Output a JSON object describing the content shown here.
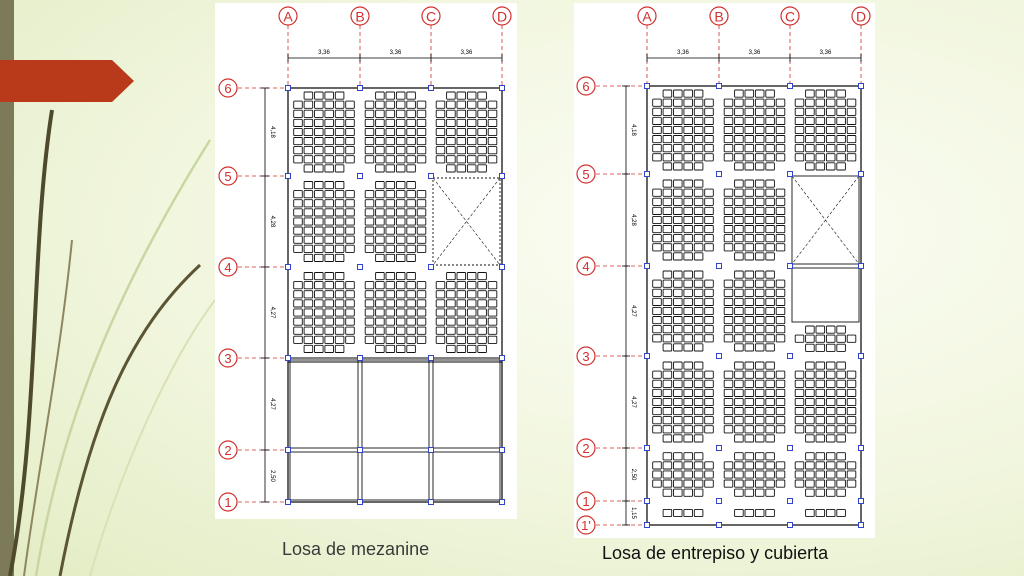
{
  "slide": {
    "accent_color": "#b83a1b",
    "sidebar_color": "#7d7a5a",
    "background_color": "#eef4d8",
    "decoration_icon": "flourish-leaves-icon"
  },
  "plans": [
    {
      "caption": "Losa de mezanine",
      "columns": [
        "A",
        "B",
        "C",
        "D"
      ],
      "rows": [
        "6",
        "5",
        "4",
        "3",
        "2",
        "1"
      ],
      "column_spacings": [
        "3,36",
        "3,36",
        "3,36"
      ],
      "row_spacings": [
        "4,18",
        "4,28",
        "4,27",
        "4,27",
        "2,50"
      ]
    },
    {
      "caption": "Losa de entrepiso y cubierta",
      "columns": [
        "A",
        "B",
        "C",
        "D"
      ],
      "rows": [
        "6",
        "5",
        "4",
        "3",
        "2",
        "1",
        "1'"
      ],
      "column_spacings": [
        "3,36",
        "3,36",
        "3,36"
      ],
      "row_spacings": [
        "4,18",
        "4,28",
        "4,27",
        "4,27",
        "2,50",
        "1,15"
      ]
    }
  ]
}
